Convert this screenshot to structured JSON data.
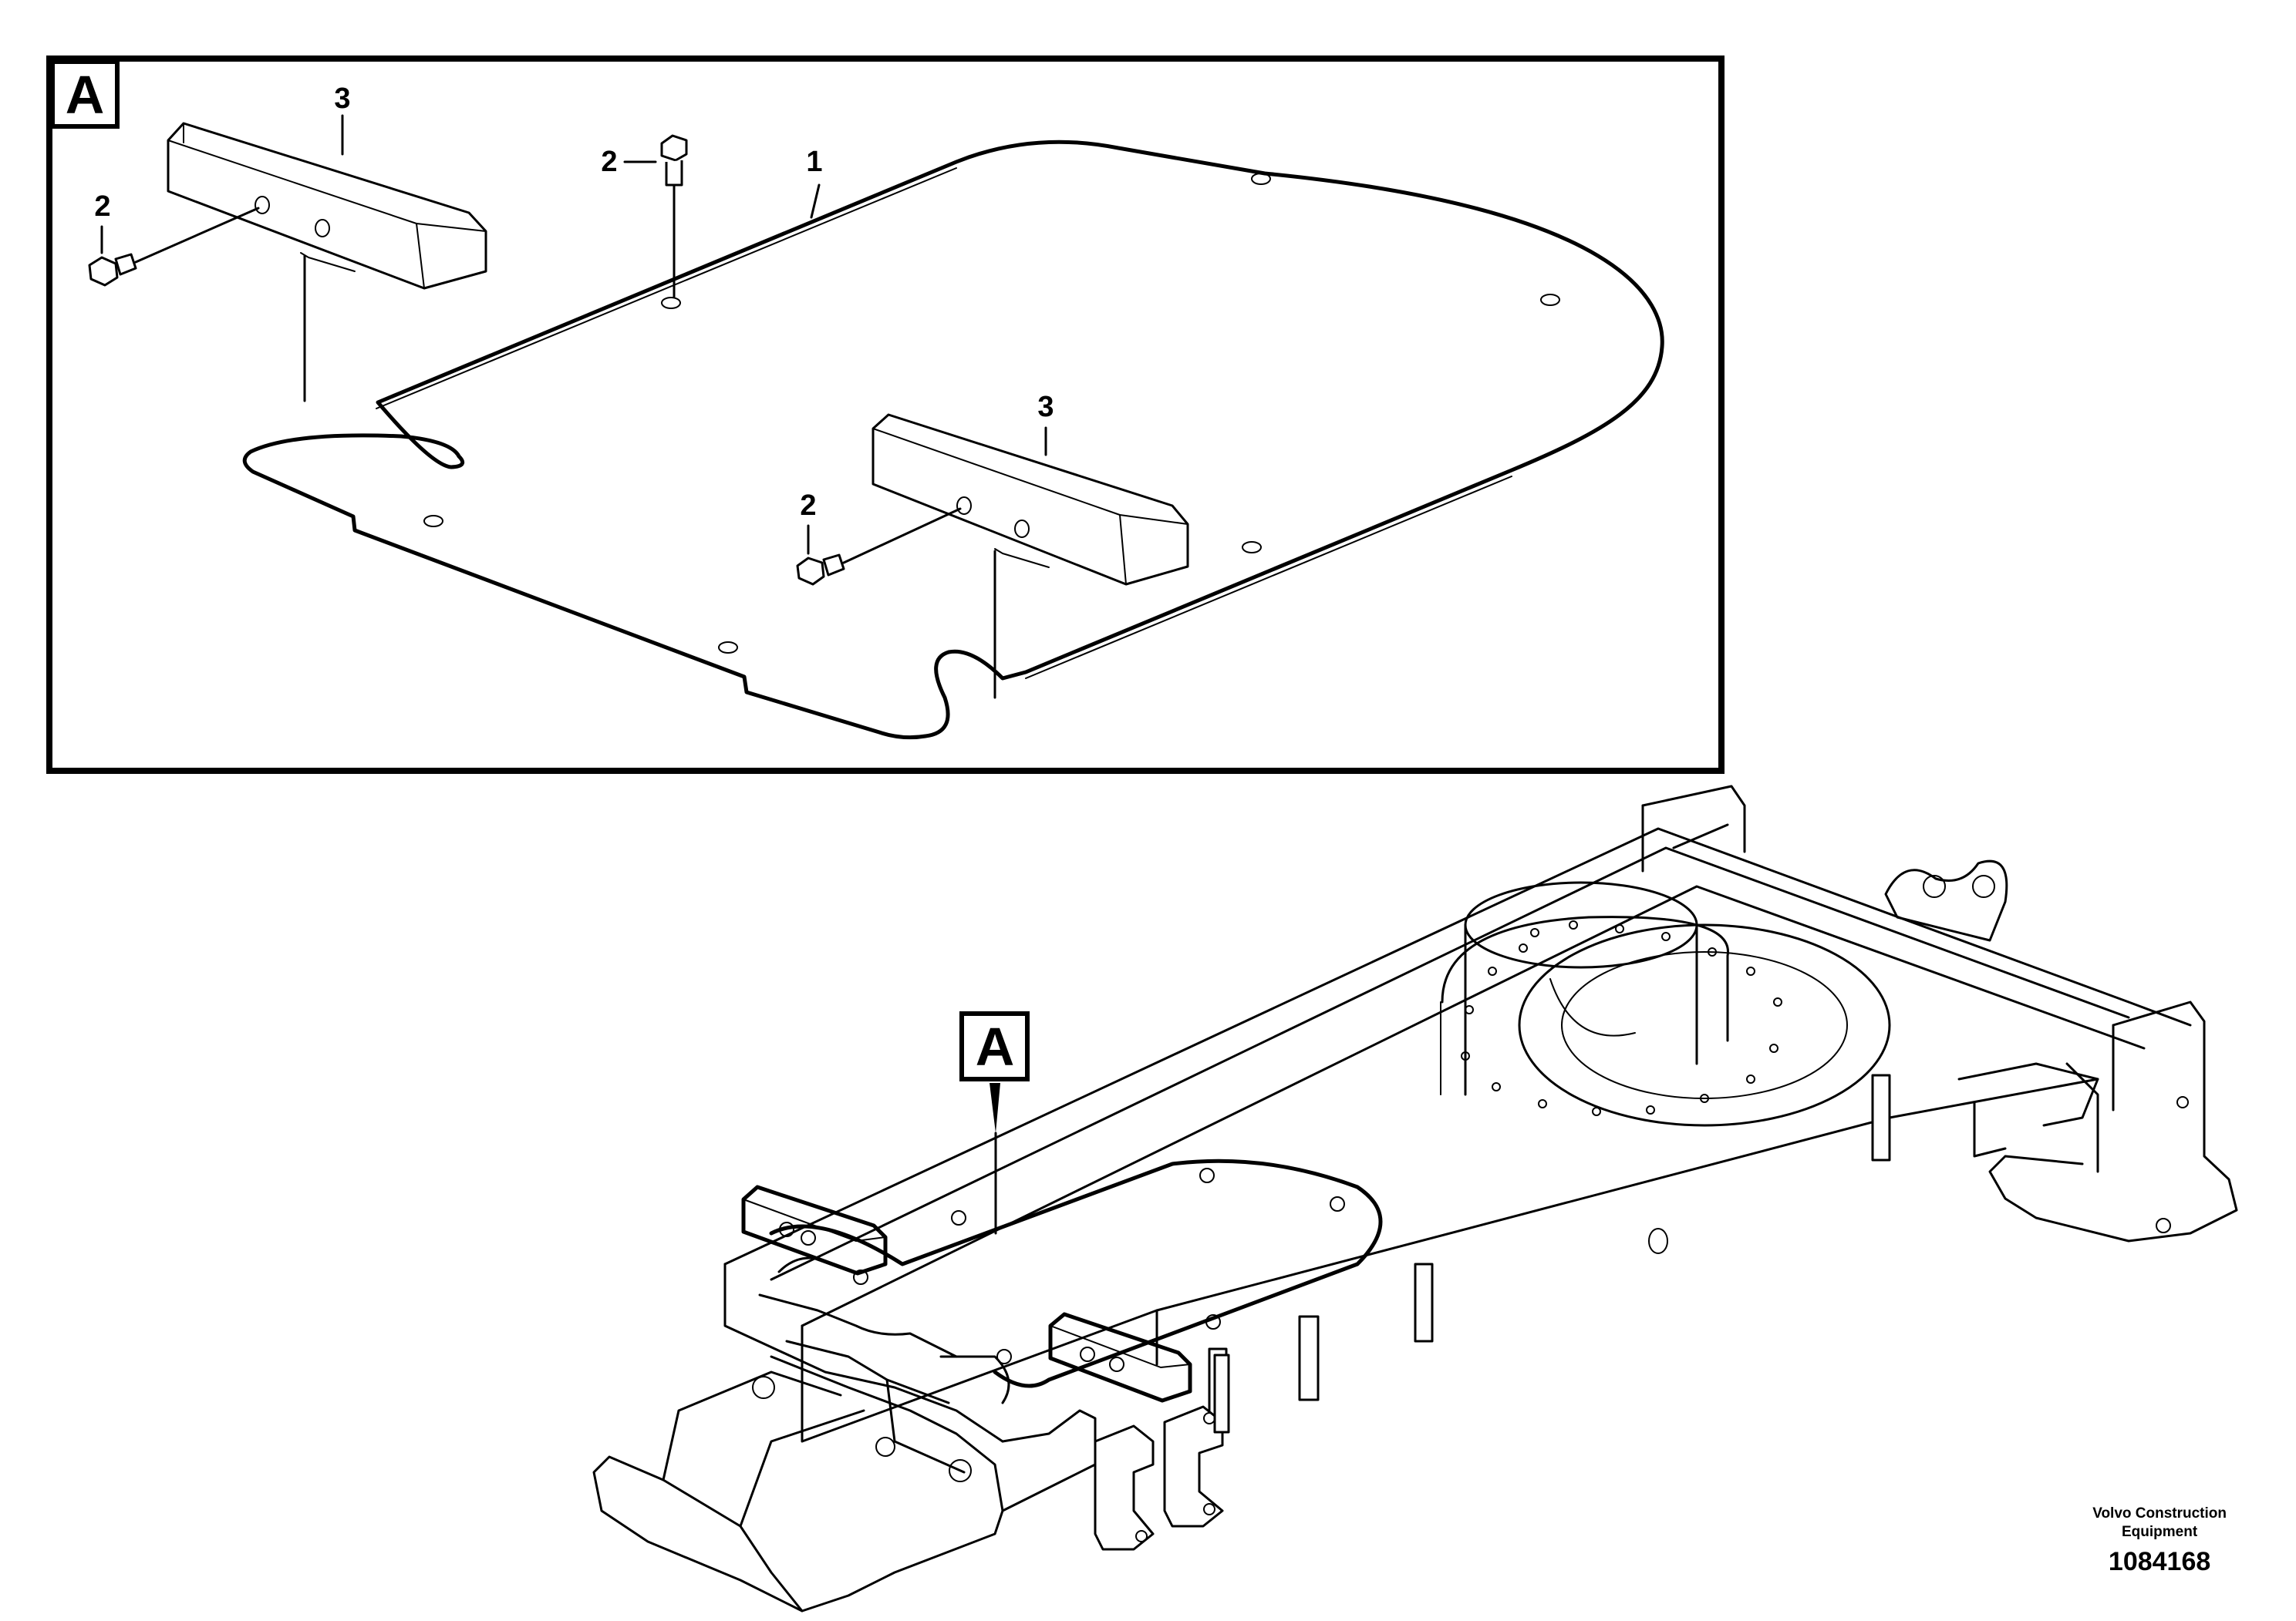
{
  "detail": {
    "letter": "A",
    "callouts": {
      "plate": "1",
      "bolt_left": "2",
      "bolt_top": "2",
      "bolt_lower": "2",
      "block_left": "3",
      "block_right": "3"
    }
  },
  "assembly": {
    "view_letter": "A"
  },
  "footer": {
    "company_line1": "Volvo Construction",
    "company_line2": "Equipment",
    "drawing_number": "1084168"
  }
}
